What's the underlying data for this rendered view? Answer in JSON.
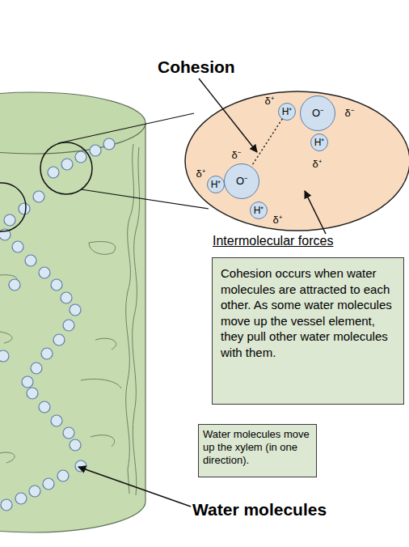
{
  "diagram": {
    "nodes": [
      {
        "text": [
          "δ⁺",
          "δ⁻",
          "δ⁻",
          "δ⁺",
          "δ⁺",
          "δ⁺"
        ]
      },
      {
        "text": [
          "H⁺"
        ],
        "in": 0
      },
      {
        "text": [
          "O⁻"
        ],
        "in": 0
      },
      {
        "text": [
          "H⁺"
        ],
        "in": 0
      },
      {
        "text": [
          "H⁺"
        ],
        "in": 0
      },
      {
        "text": [
          "O⁻"
        ],
        "in": 0
      },
      {
        "text": [
          "H⁺"
        ],
        "in": 0
      },
      {
        "text": [
          "Cohesion occurs when water molecules are attracted to each other. As some water molecules move up the vessel element, they pull other water molecules with them."
        ]
      },
      {
        "text": [
          "Water molecules move up the xylem (in one direction)."
        ]
      }
    ],
    "edges": [
      {
        "from": 1,
        "to": 5,
        "arrow": "none"
      }
    ],
    "labels": [
      "Cohesion",
      "Intermolecular forces",
      "Water molecules"
    ]
  }
}
